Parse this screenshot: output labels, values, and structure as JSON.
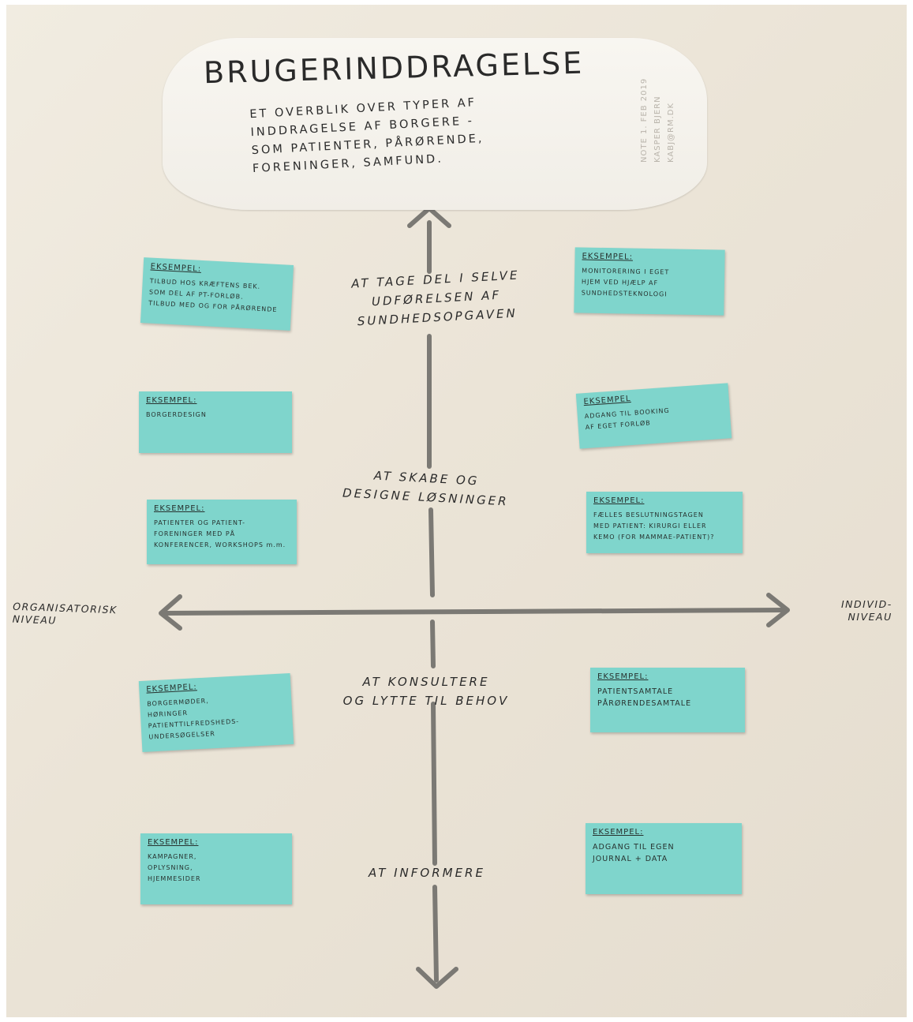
{
  "header": {
    "title": "BRUGERINDDRAGELSE",
    "subtitle": "ET OVERBLIK OVER TYPER AF\nINDDRAGELSE AF BORGERE -\nSOM PATIENTER, PÅRØRENDE,\nFORENINGER, SAMFUND.",
    "note": "NOTE 1. FEB 2019\nKASPER BJERN\nKABJ@RM.DK"
  },
  "axes": {
    "left": "ORGANISATORISK\nNIVEAU",
    "right": "INDIVID-\nNIVEAU"
  },
  "levels": {
    "l1": "AT TAGE DEL I SELVE\nUDFØRELSEN AF\nSUNDHEDSOPGAVEN",
    "l2": "AT SKABE OG\nDESIGNE LØSNINGER",
    "l3": "AT KONSULTERE\nOG LYTTE TIL BEHOV",
    "l4": "AT INFORMERE"
  },
  "notes": [
    {
      "header": "EKSEMPEL:",
      "text": "TILBUD HOS KRÆFTENS BEK.\nSOM DEL AF PT-FORLØB.\nTILBUD MED OG FOR PÅRØRENDE"
    },
    {
      "header": "EKSEMPEL:",
      "text": "MONITORERING I EGET\nHJEM VED HJÆLP AF\nSUNDHEDSTEKNOLOGI"
    },
    {
      "header": "EKSEMPEL:",
      "text": "BORGERDESIGN"
    },
    {
      "header": "EKSEMPEL",
      "text": "ADGANG TIL BOOKING\nAF EGET FORLØB"
    },
    {
      "header": "EKSEMPEL:",
      "text": "PATIENTER OG PATIENT-\nFORENINGER MED PÅ\nKONFERENCER, WORKSHOPS m.m."
    },
    {
      "header": "EKSEMPEL:",
      "text": "FÆLLES BESLUTNINGSTAGEN\nMED PATIENT: KIRURGI ELLER\nKEMO (FOR MAMMAE-PATIENT)?"
    },
    {
      "header": "EKSEMPEL:",
      "text": "BORGERMØDER,\nHØRINGER\nPATIENTTILFREDSHEDS-\nUNDERSØGELSER"
    },
    {
      "header": "EKSEMPEL:",
      "text": "PATIENTSAMTALE\nPÅRØRENDESAMTALE"
    },
    {
      "header": "EKSEMPEL:",
      "text": "KAMPAGNER,\nOPLYSNING,\nHJEMMESIDER"
    },
    {
      "header": "EKSEMPEL:",
      "text": "ADGANG TIL EGEN\nJOURNAL + DATA"
    }
  ],
  "colors": {
    "paper": "#ece6da",
    "sticky": "#7fd5cc",
    "marker": "#7b7974",
    "ink": "#2a2a2a"
  }
}
